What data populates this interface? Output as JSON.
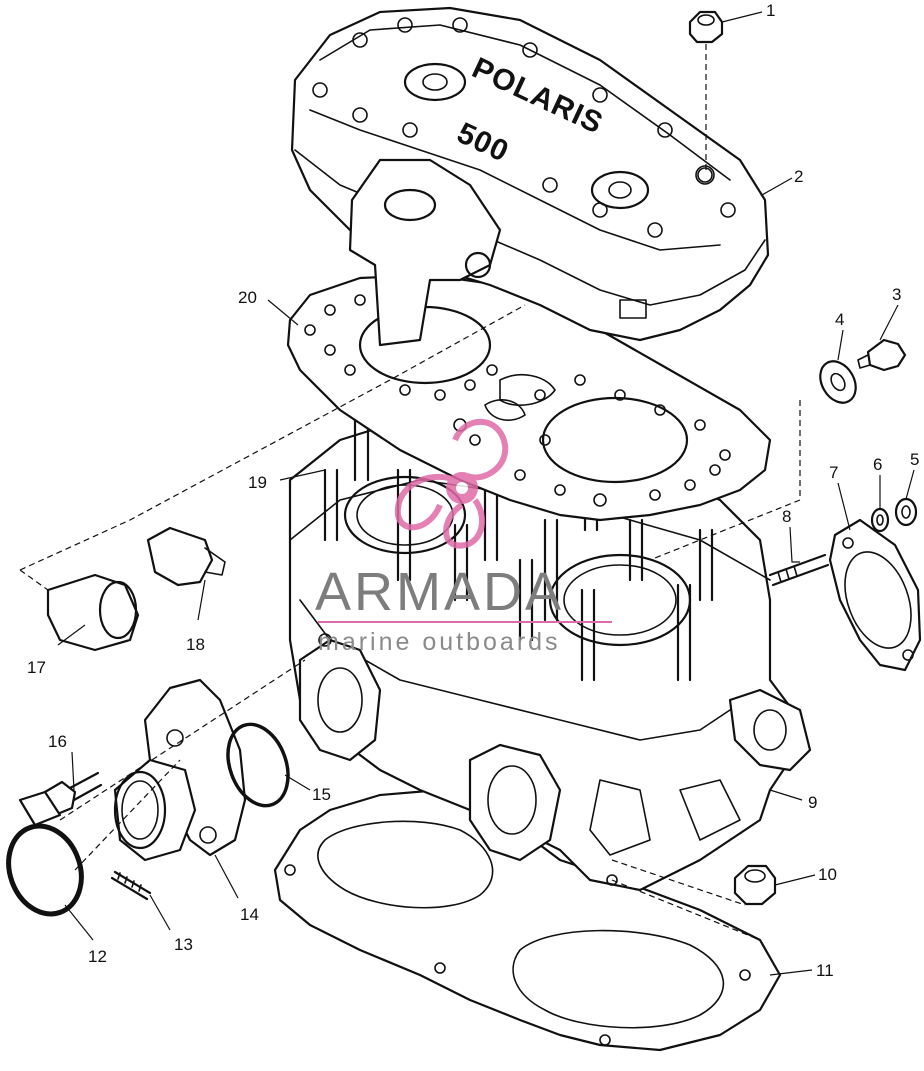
{
  "diagram": {
    "casting_text": {
      "brand": "POLARIS",
      "model": "500"
    },
    "watermark": {
      "brand": "ARMADA",
      "tagline": "marine outboards"
    },
    "callouts": [
      "1",
      "2",
      "3",
      "4",
      "5",
      "6",
      "7",
      "8",
      "9",
      "10",
      "11",
      "12",
      "13",
      "14",
      "15",
      "16",
      "17",
      "18",
      "19",
      "20"
    ],
    "colors": {
      "line": "#111111",
      "watermark_pink": "#e06aa8",
      "watermark_gray": "#7d7d7d"
    },
    "icons": {
      "watermark_logo": "propeller-logo-icon"
    }
  }
}
